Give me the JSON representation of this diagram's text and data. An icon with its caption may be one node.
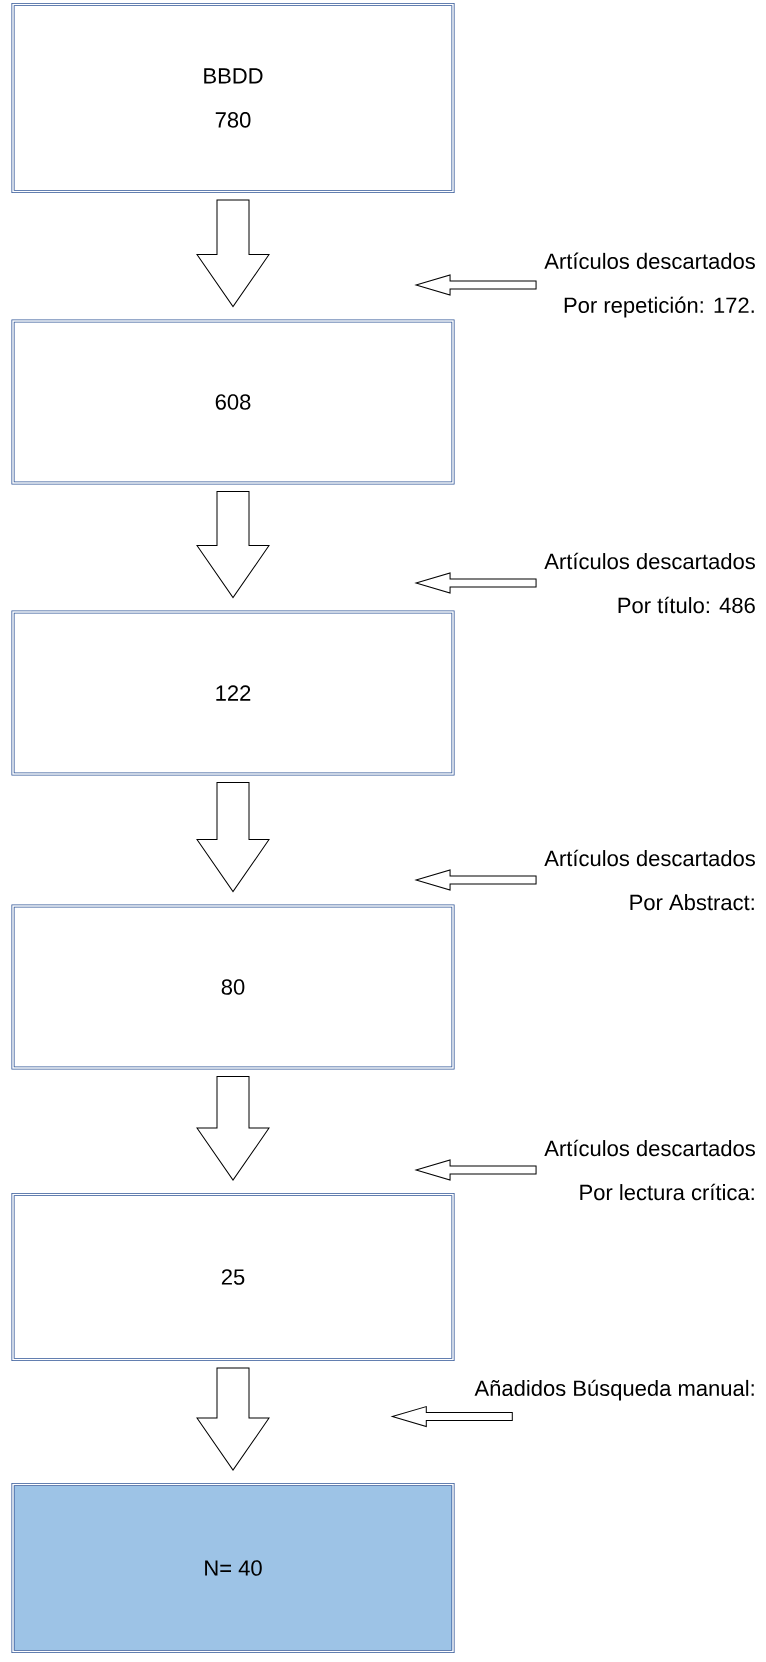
{
  "diagram": {
    "nodes": [
      {
        "text": [
          "BBDD",
          "780"
        ]
      },
      {
        "text": [
          "Artículos descartados",
          "Por repetición: 172."
        ]
      },
      {
        "text": [
          "608"
        ]
      },
      {
        "text": [
          "Artículos descartados",
          "Por título: 486"
        ]
      },
      {
        "text": [
          "122"
        ]
      },
      {
        "text": [
          "Artículos descartados",
          "Por Abstract:"
        ]
      },
      {
        "text": [
          "80"
        ]
      },
      {
        "text": [
          "Artículos descartados",
          "Por lectura crítica:"
        ]
      },
      {
        "text": [
          "25"
        ]
      },
      {
        "text": [
          "Añadidos Búsqueda manual:"
        ]
      },
      {
        "text": [
          "N= 40"
        ]
      }
    ],
    "edges": [
      {
        "from": 0,
        "to": 2,
        "arrow": "to"
      },
      {
        "from": 1,
        "to": null,
        "arrow": "to"
      },
      {
        "from": 2,
        "to": 4,
        "arrow": "to"
      },
      {
        "from": 3,
        "to": null,
        "arrow": "to"
      },
      {
        "from": 4,
        "to": 6,
        "arrow": "to"
      },
      {
        "from": 5,
        "to": null,
        "arrow": "to"
      },
      {
        "from": 6,
        "to": 8,
        "arrow": "to"
      },
      {
        "from": 7,
        "to": null,
        "arrow": "to"
      },
      {
        "from": 8,
        "to": 10,
        "arrow": "to"
      },
      {
        "from": 9,
        "to": null,
        "arrow": "to"
      }
    ]
  }
}
